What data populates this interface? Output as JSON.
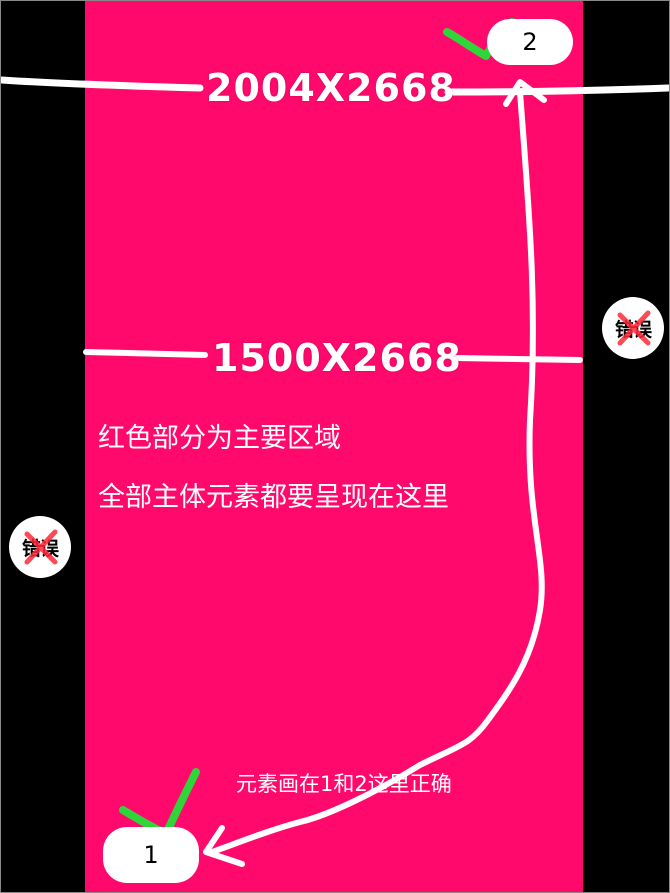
{
  "dimensions": {
    "full": "2004X2668",
    "main": "1500X2668"
  },
  "notes": {
    "line1": "红色部分为主要区域",
    "line2": "全部主体元素都要呈现在这里",
    "line3": "元素画在1和2这里正确"
  },
  "markers": {
    "marker1": "1",
    "marker2": "2"
  },
  "wrong_label": "错误",
  "colors": {
    "main_area": "#ff0a6c",
    "side_area": "#000000",
    "check": "#2fd63a",
    "cross": "#ff2a3a",
    "line": "#ffffff"
  }
}
